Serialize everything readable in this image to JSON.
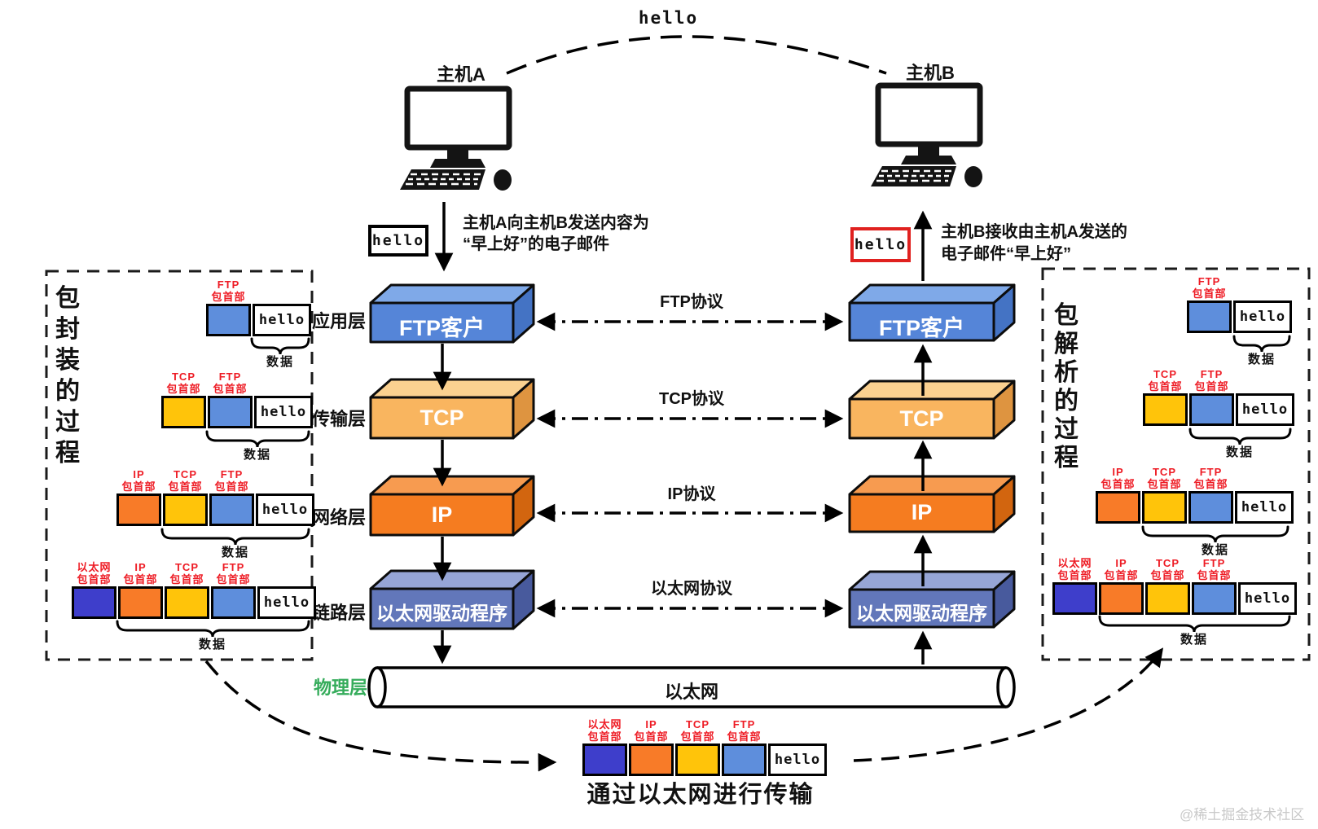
{
  "top": {
    "arc_label": "hello",
    "host_a": "主机A",
    "host_b": "主机B",
    "hello_a": "hello",
    "hello_b": "hello",
    "send_note_l1": "主机A向主机B发送内容为",
    "send_note_l2": "“早上好”的电子邮件",
    "recv_note_l1": "主机B接收由主机A发送的",
    "recv_note_l2": "电子邮件“早上好”"
  },
  "stack": {
    "layer_labels": [
      "应用层",
      "传输层",
      "网络层",
      "链路层"
    ],
    "physical_label": "物理层",
    "boxes": [
      "FTP客户",
      "TCP",
      "IP",
      "以太网驱动程序"
    ],
    "ethernet": "以太网",
    "protocols": [
      "FTP协议",
      "TCP协议",
      "IP协议",
      "以太网协议"
    ]
  },
  "encapsulation": {
    "title": "包\n封\n装\n的\n过\n程",
    "rows": [
      {
        "headers": [
          {
            "l1": "FTP",
            "l2": "包首部"
          }
        ],
        "payload": "hello",
        "data_label": "数据"
      },
      {
        "headers": [
          {
            "l1": "TCP",
            "l2": "包首部"
          },
          {
            "l1": "FTP",
            "l2": "包首部"
          }
        ],
        "payload": "hello",
        "data_label": "数据"
      },
      {
        "headers": [
          {
            "l1": "IP",
            "l2": "包首部"
          },
          {
            "l1": "TCP",
            "l2": "包首部"
          },
          {
            "l1": "FTP",
            "l2": "包首部"
          }
        ],
        "payload": "hello",
        "data_label": "数据"
      },
      {
        "headers": [
          {
            "l1": "以太网",
            "l2": "包首部"
          },
          {
            "l1": "IP",
            "l2": "包首部"
          },
          {
            "l1": "TCP",
            "l2": "包首部"
          },
          {
            "l1": "FTP",
            "l2": "包首部"
          }
        ],
        "payload": "hello",
        "data_label": "数据"
      }
    ]
  },
  "parsing": {
    "title": "包\n解\n析\n的\n过\n程",
    "rows": [
      {
        "headers": [
          {
            "l1": "FTP",
            "l2": "包首部"
          }
        ],
        "payload": "hello",
        "data_label": "数据"
      },
      {
        "headers": [
          {
            "l1": "TCP",
            "l2": "包首部"
          },
          {
            "l1": "FTP",
            "l2": "包首部"
          }
        ],
        "payload": "hello",
        "data_label": "数据"
      },
      {
        "headers": [
          {
            "l1": "IP",
            "l2": "包首部"
          },
          {
            "l1": "TCP",
            "l2": "包首部"
          },
          {
            "l1": "FTP",
            "l2": "包首部"
          }
        ],
        "payload": "hello",
        "data_label": "数据"
      },
      {
        "headers": [
          {
            "l1": "以太网",
            "l2": "包首部"
          },
          {
            "l1": "IP",
            "l2": "包首部"
          },
          {
            "l1": "TCP",
            "l2": "包首部"
          },
          {
            "l1": "FTP",
            "l2": "包首部"
          }
        ],
        "payload": "hello",
        "data_label": "数据"
      }
    ]
  },
  "transmission": {
    "headers": [
      {
        "l1": "以太网",
        "l2": "包首部"
      },
      {
        "l1": "IP",
        "l2": "包首部"
      },
      {
        "l1": "TCP",
        "l2": "包首部"
      },
      {
        "l1": "FTP",
        "l2": "包首部"
      }
    ],
    "payload": "hello",
    "caption": "通过以太网进行传输"
  },
  "watermark": "@稀土掘金技术社区",
  "colors": {
    "ethernet_header": "#3E3ECB",
    "ip_header": "#F87B28",
    "tcp_header": "#FFC40A",
    "ftp_header": "#5E8EDC",
    "label_red": "#EE1B24",
    "physical_green": "#35AC5B",
    "hello_border_red": "#E0211F"
  }
}
